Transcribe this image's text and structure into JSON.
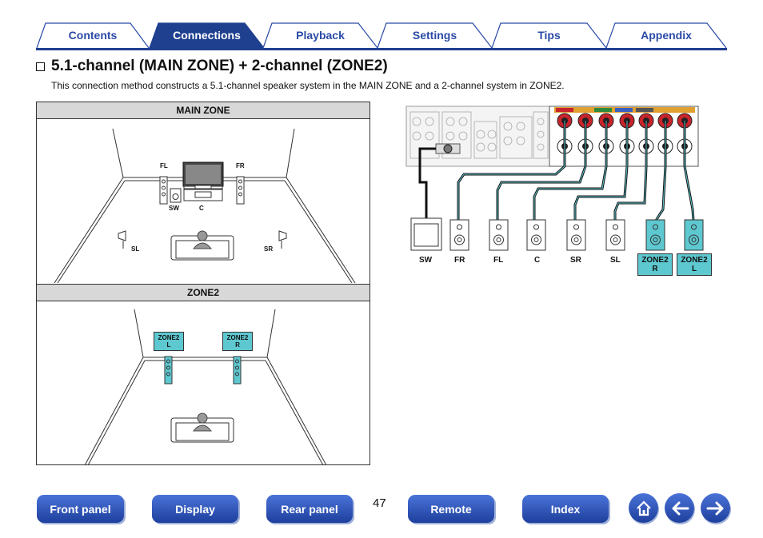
{
  "tabs": [
    {
      "label": "Contents",
      "active": false
    },
    {
      "label": "Connections",
      "active": true
    },
    {
      "label": "Playback",
      "active": false
    },
    {
      "label": "Settings",
      "active": false
    },
    {
      "label": "Tips",
      "active": false
    },
    {
      "label": "Appendix",
      "active": false
    }
  ],
  "section": {
    "title": "5.1-channel (MAIN ZONE) + 2-channel (ZONE2)",
    "intro": "This connection method constructs a 5.1-channel speaker system in the MAIN ZONE and a 2-channel system in ZONE2."
  },
  "room": {
    "main_zone_label": "MAIN ZONE",
    "zone2_label": "ZONE2",
    "speakers": {
      "fl": "FL",
      "fr": "FR",
      "sw": "SW",
      "c": "C",
      "sl": "SL",
      "sr": "SR"
    },
    "zone2_l": {
      "line1": "ZONE2",
      "line2": "L"
    },
    "zone2_r": {
      "line1": "ZONE2",
      "line2": "R"
    }
  },
  "connections": {
    "sw": "SW",
    "fr": "FR",
    "fl": "FL",
    "c": "C",
    "sr": "SR",
    "sl": "SL",
    "zone2_r": {
      "line1": "ZONE2",
      "line2": "R"
    },
    "zone2_l": {
      "line1": "ZONE2",
      "line2": "L"
    }
  },
  "bottom_nav": {
    "front_panel": "Front panel",
    "display": "Display",
    "rear_panel": "Rear panel",
    "remote": "Remote",
    "index": "Index",
    "page_number": "47"
  },
  "icons": {
    "home": "home-icon",
    "back": "arrow-left-icon",
    "forward": "arrow-right-icon"
  },
  "colors": {
    "tab_active": "#1f3f8f",
    "tab_text": "#2a4aa6",
    "zone2_accent": "#5ec8d0",
    "terminal_red": "#c8242b"
  }
}
